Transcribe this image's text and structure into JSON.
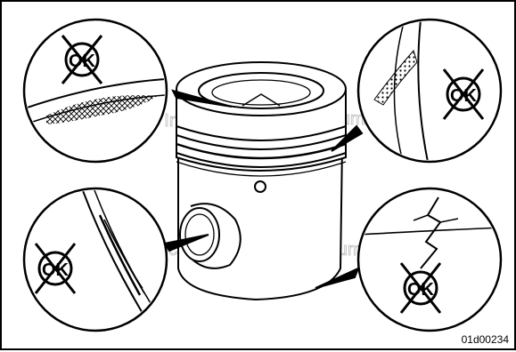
{
  "figure": {
    "id_label": "01d00234",
    "watermark_text": "© Cummins Inc.",
    "ok_mark": "OK",
    "subject": "piston",
    "details": [
      {
        "name": "crown-erosion",
        "verdict": "not OK"
      },
      {
        "name": "ring-land-damage",
        "verdict": "not OK"
      },
      {
        "name": "pin-bore-scoring",
        "verdict": "not OK"
      },
      {
        "name": "skirt-cracking",
        "verdict": "not OK"
      }
    ]
  }
}
